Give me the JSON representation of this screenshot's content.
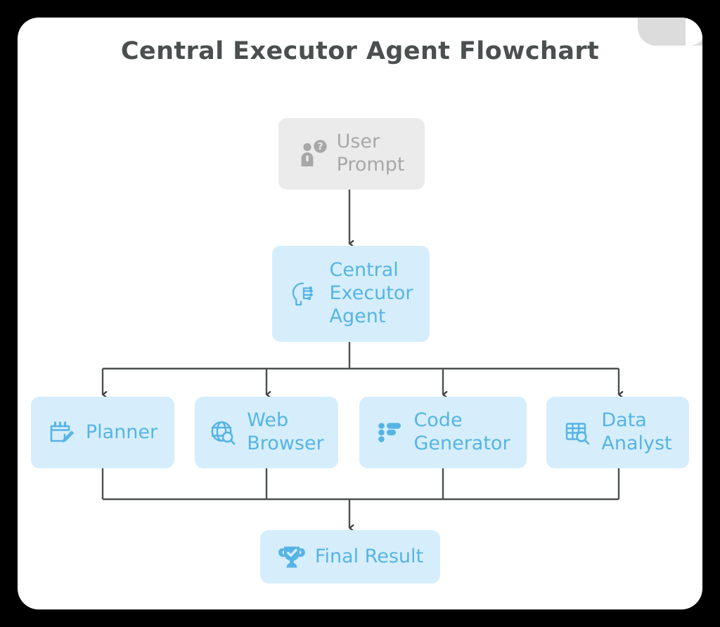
{
  "page": {
    "title": "Central Executor Agent Flowchart",
    "background_color": "#000000",
    "card_color": "#ffffff"
  },
  "theme": {
    "accent_blue": "#56b4e4",
    "node_blue_bg": "#d6eefc",
    "node_gray_bg": "#ebebeb",
    "node_gray_text": "#a8a8a8",
    "connector_color": "#4b4f4f",
    "title_color": "#4b4f4f"
  },
  "chart_data": {
    "type": "diagram",
    "title": "Central Executor Agent Flowchart",
    "nodes": [
      {
        "id": "user-prompt",
        "label": "User\nPrompt",
        "icon": "user-question-icon",
        "style": "gray",
        "tier": 0
      },
      {
        "id": "central-executor",
        "label": "Central\nExecutor\nAgent",
        "icon": "ai-brain-circuit-icon",
        "style": "blue",
        "tier": 1
      },
      {
        "id": "planner",
        "label": "Planner",
        "icon": "calendar-pencil-icon",
        "style": "blue",
        "tier": 2
      },
      {
        "id": "web-browser",
        "label": "Web\nBrowser",
        "icon": "globe-search-icon",
        "style": "blue",
        "tier": 2
      },
      {
        "id": "code-generator",
        "label": "Code\nGenerator",
        "icon": "code-list-icon",
        "style": "blue",
        "tier": 2
      },
      {
        "id": "data-analyst",
        "label": "Data\nAnalyst",
        "icon": "table-search-icon",
        "style": "blue",
        "tier": 2
      },
      {
        "id": "final-result",
        "label": "Final Result",
        "icon": "trophy-check-icon",
        "style": "blue",
        "tier": 3
      }
    ],
    "edges": [
      {
        "from": "user-prompt",
        "to": "central-executor"
      },
      {
        "from": "central-executor",
        "to": "planner"
      },
      {
        "from": "central-executor",
        "to": "web-browser"
      },
      {
        "from": "central-executor",
        "to": "code-generator"
      },
      {
        "from": "central-executor",
        "to": "data-analyst"
      },
      {
        "from": "planner",
        "to": "final-result"
      },
      {
        "from": "web-browser",
        "to": "final-result"
      },
      {
        "from": "code-generator",
        "to": "final-result"
      },
      {
        "from": "data-analyst",
        "to": "final-result"
      }
    ]
  },
  "nodes": {
    "user_prompt": {
      "label": "User\nPrompt",
      "icon": "user-question-icon"
    },
    "central_executor": {
      "label": "Central\nExecutor\nAgent",
      "icon": "ai-brain-circuit-icon"
    },
    "planner": {
      "label": "Planner",
      "icon": "calendar-pencil-icon"
    },
    "web_browser": {
      "label": "Web\nBrowser",
      "icon": "globe-search-icon"
    },
    "code_generator": {
      "label": "Code\nGenerator",
      "icon": "code-list-icon"
    },
    "data_analyst": {
      "label": "Data\nAnalyst",
      "icon": "table-search-icon"
    },
    "final_result": {
      "label": "Final Result",
      "icon": "trophy-check-icon"
    }
  }
}
